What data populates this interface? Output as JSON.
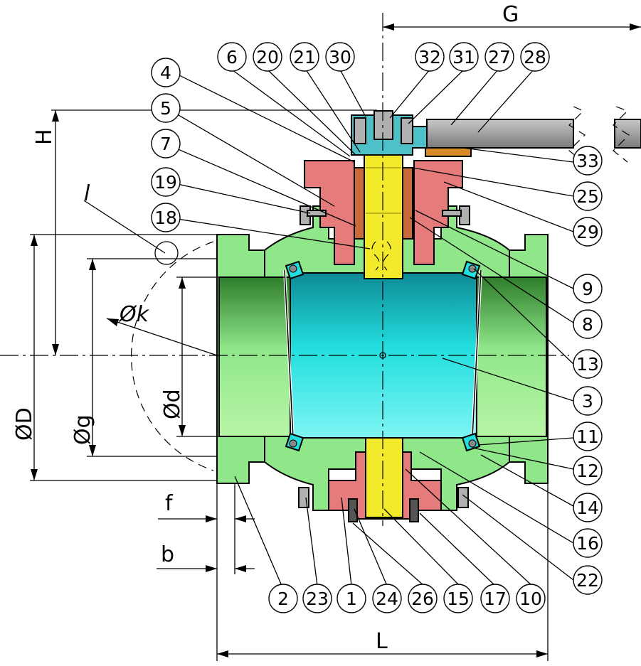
{
  "dimensions": {
    "G": "G",
    "H": "H",
    "L": "L",
    "D": "ØD",
    "g": "Øg",
    "d": "Ød",
    "k": "Øk",
    "f": "f",
    "b": "b",
    "l": "l"
  },
  "balloons": [
    "1",
    "2",
    "3",
    "4",
    "5",
    "6",
    "7",
    "8",
    "9",
    "10",
    "11",
    "12",
    "13",
    "14",
    "15",
    "16",
    "17",
    "18",
    "19",
    "20",
    "21",
    "22",
    "23",
    "24",
    "25",
    "26",
    "27",
    "28",
    "29",
    "30",
    "31",
    "32",
    "33"
  ],
  "colors": {
    "body": "#8fe78a",
    "body_dark": "#3f8f36",
    "ball": "#22dede",
    "bonnet": "#e57b7b",
    "stem": "#f2ea2b",
    "lever": "#4ec0c8",
    "handle": "#9a9a9a",
    "stud": "#b0b0b0",
    "bracket": "#d88a2a"
  }
}
